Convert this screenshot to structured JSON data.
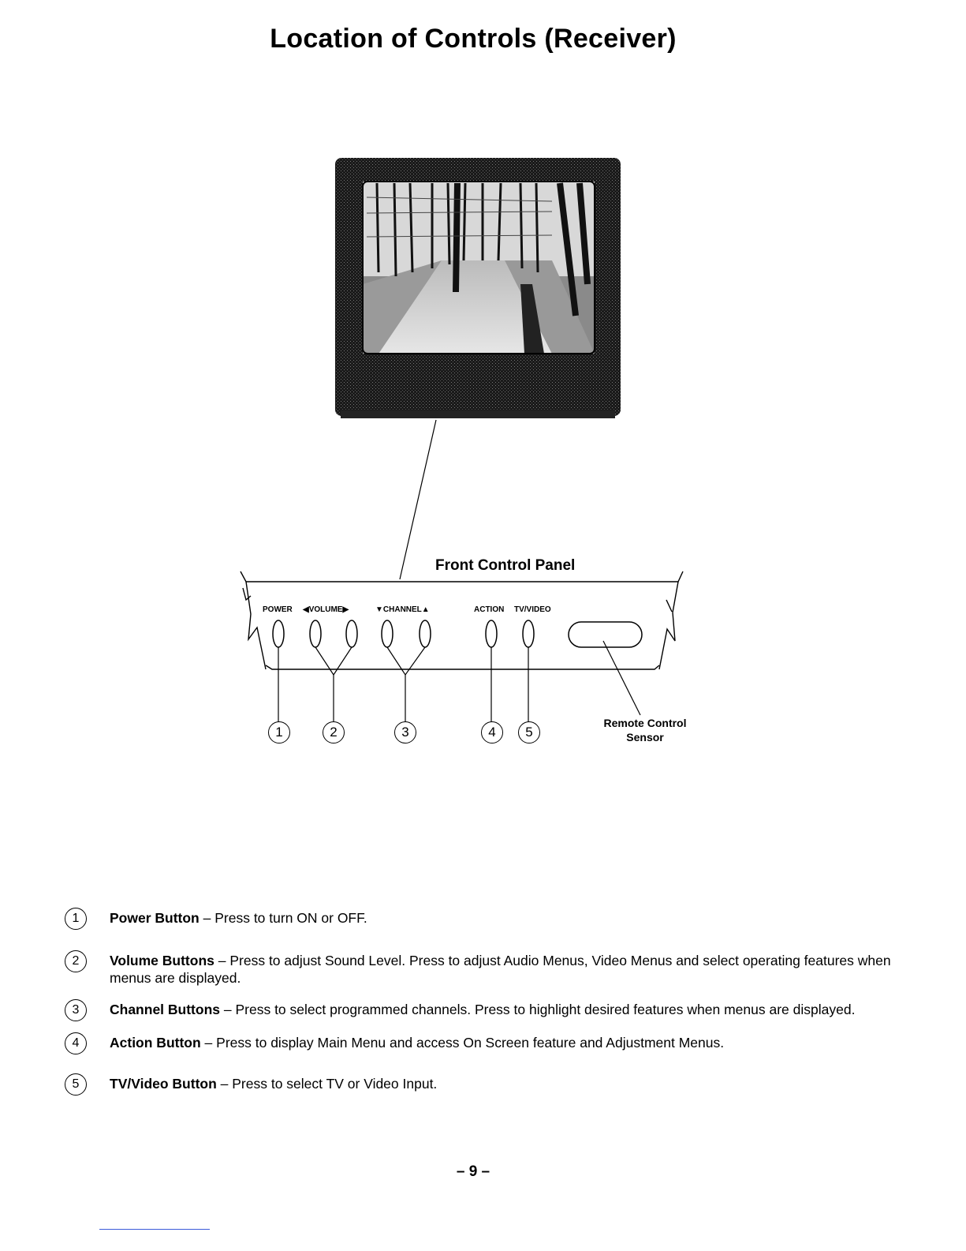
{
  "page": {
    "title": "Location of Controls (Receiver)",
    "page_number": "– 9 –"
  },
  "diagram": {
    "panel_title": "Front Control Panel",
    "controls": {
      "power": "POWER",
      "volume": "◀VOLUME▶",
      "channel": "▼CHANNEL▲",
      "action": "ACTION",
      "tvvideo": "TV/VIDEO"
    },
    "callouts": [
      "1",
      "2",
      "3",
      "4",
      "5"
    ],
    "sensor_label_line1": "Remote Control",
    "sensor_label_line2": "Sensor",
    "tv_image_icon": "tv-screen-forest-photo-icon"
  },
  "legend": [
    {
      "num": "1",
      "name": "Power Button",
      "sep": " – ",
      "desc": "Press to turn ON or OFF."
    },
    {
      "num": "2",
      "name": "Volume Buttons",
      "sep": " – ",
      "desc": "Press to adjust Sound Level. Press to adjust Audio Menus, Video Menus and select operating features when menus are displayed."
    },
    {
      "num": "3",
      "name": "Channel Buttons",
      "sep": " – ",
      "desc": "Press to select programmed channels. Press to highlight desired features when menus are displayed."
    },
    {
      "num": "4",
      "name": "Action Button",
      "sep": " – ",
      "desc": "Press to display Main Menu and access On Screen feature and Adjustment Menus."
    },
    {
      "num": "5",
      "name": "TV/Video Button",
      "sep": " – ",
      "desc": "Press to select TV or Video Input."
    }
  ]
}
